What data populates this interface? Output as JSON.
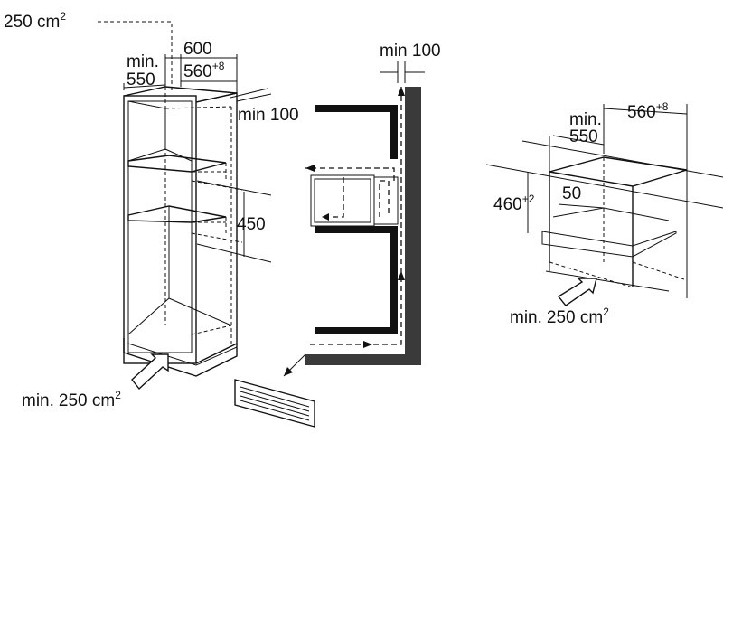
{
  "left_diagram": {
    "top_vent": {
      "value": "250 cm",
      "sup": "2"
    },
    "depth_min": {
      "line1": "min.",
      "line2": "550"
    },
    "width_outer": {
      "value": "600"
    },
    "width_inner": {
      "value": "560",
      "sup": "+8"
    },
    "side_gap": {
      "value": "min 100"
    },
    "shelf_gap": {
      "value": "450"
    },
    "bottom_vent": {
      "prefix": "min.",
      "value": "250 cm",
      "sup": "2"
    }
  },
  "middle_diagram": {
    "rear_gap": {
      "value": "min 100"
    }
  },
  "right_diagram": {
    "depth_min": {
      "line1": "min.",
      "line2": "550"
    },
    "width_inner": {
      "value": "560",
      "sup": "+8"
    },
    "height": {
      "value": "460",
      "sup": "+2"
    },
    "offset": {
      "value": "50"
    },
    "bottom_vent": {
      "prefix": "min.",
      "value": "250 cm",
      "sup": "2"
    }
  }
}
